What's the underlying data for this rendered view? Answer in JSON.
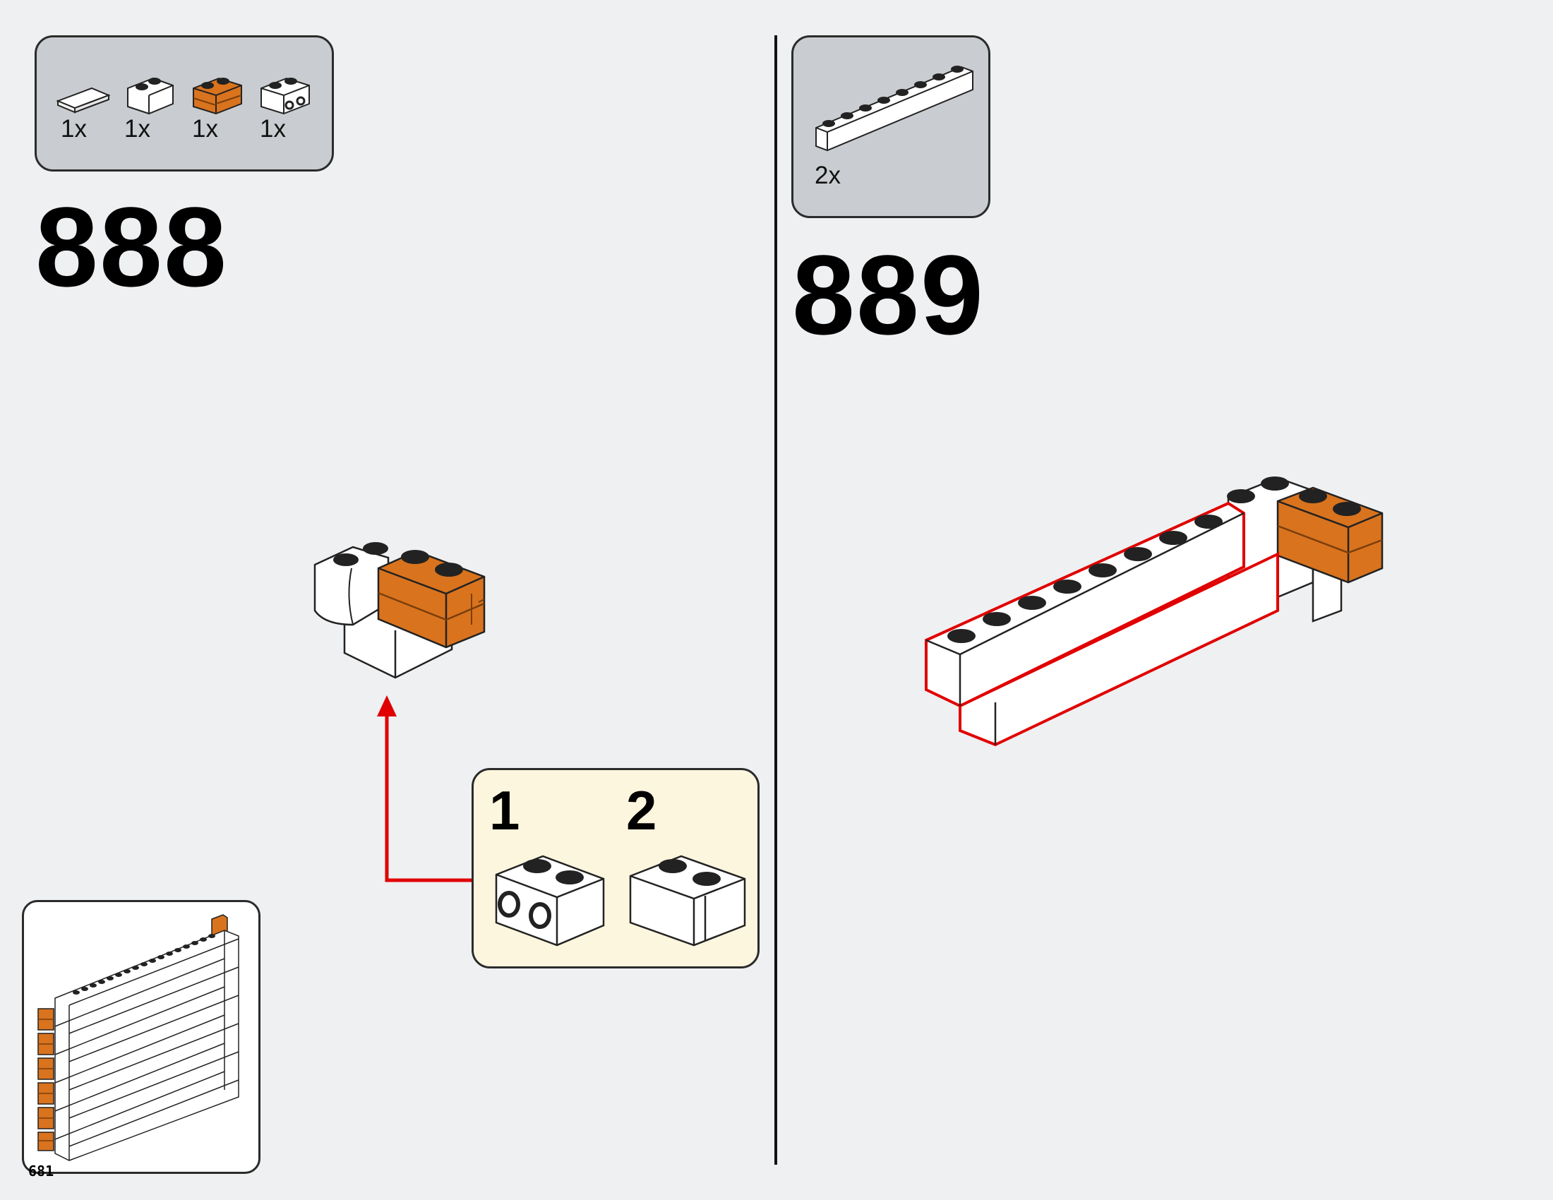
{
  "page": {
    "number": "681"
  },
  "step_888": {
    "number": "888",
    "parts": [
      {
        "qty": "1x",
        "icon": "white-tile-1x2-icon",
        "color": "#ffffff"
      },
      {
        "qty": "1x",
        "icon": "white-curved-brick-icon",
        "color": "#ffffff"
      },
      {
        "qty": "1x",
        "icon": "orange-masonry-brick-icon",
        "color": "#d9731e"
      },
      {
        "qty": "1x",
        "icon": "white-brick-side-studs-icon",
        "color": "#ffffff"
      }
    ],
    "substeps": [
      {
        "label": "1"
      },
      {
        "label": "2"
      }
    ]
  },
  "step_889": {
    "number": "889",
    "parts": [
      {
        "qty": "2x",
        "icon": "white-brick-1x8-icon",
        "color": "#ffffff"
      }
    ]
  },
  "colors": {
    "arrow": "#e00000",
    "highlight": "#e00000",
    "orange": "#d9731e",
    "parts_bg": "#c9ccd0",
    "substep_bg": "#fdf6de"
  }
}
